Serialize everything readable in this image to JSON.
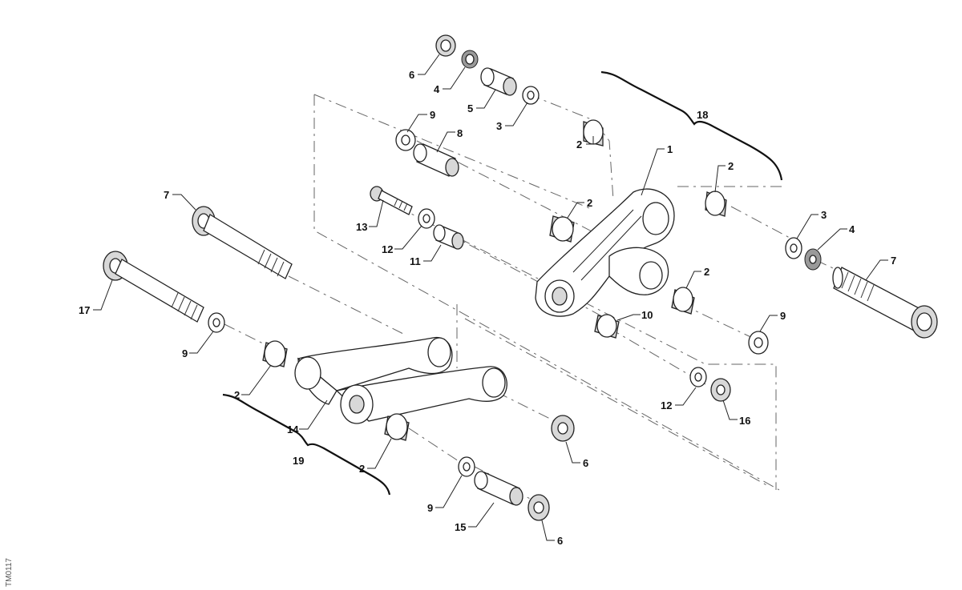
{
  "diagram": {
    "reference_code": "TM0117",
    "callouts": {
      "c1": "1",
      "c2a": "2",
      "c2b": "2",
      "c2c": "2",
      "c2d": "2",
      "c2e": "2",
      "c2f": "2",
      "c3a": "3",
      "c3b": "3",
      "c4a": "4",
      "c4b": "4",
      "c5": "5",
      "c6a": "6",
      "c6b": "6",
      "c6c": "6",
      "c7a": "7",
      "c7b": "7",
      "c8": "8",
      "c9a": "9",
      "c9b": "9",
      "c9c": "9",
      "c9d": "9",
      "c10": "10",
      "c11": "11",
      "c12a": "12",
      "c12b": "12",
      "c13": "13",
      "c14": "14",
      "c15": "15",
      "c16": "16",
      "c17": "17",
      "c18": "18",
      "c19": "19"
    }
  }
}
